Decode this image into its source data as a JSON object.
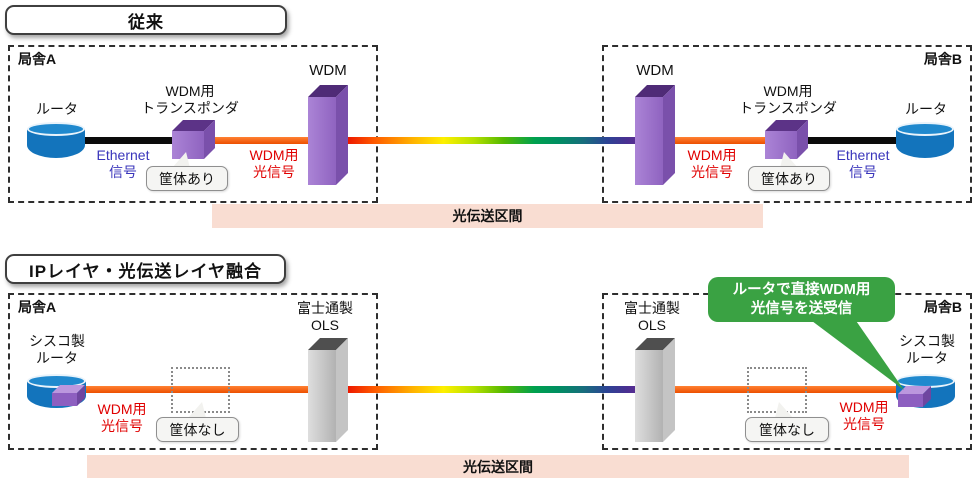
{
  "colors": {
    "ethernet_text": "#3a35bb",
    "optical_text": "#e00000",
    "bubble_green": "#3aa243",
    "band_pink": "#f9ddd2",
    "router_blue": "#1374bc",
    "router_blue_top": "#2089ce",
    "line_orange": "#ec4f00"
  },
  "top": {
    "title": "従来",
    "station_a": "局舎A",
    "station_b": "局舎B",
    "router": "ルータ",
    "transponder": "WDM用\nトランスポンダ",
    "wdm": "WDM",
    "ethernet": "Ethernet\n信号",
    "optical": "WDM用\n光信号",
    "chassis": "筐体あり",
    "band": "光伝送区間"
  },
  "bottom": {
    "title": "IPレイヤ・光伝送レイヤ融合",
    "station_a": "局舎A",
    "station_b": "局舎B",
    "router": "シスコ製\nルータ",
    "ols": "富士通製\nOLS",
    "optical": "WDM用\n光信号",
    "chassis": "筐体なし",
    "bubble": "ルータで直接WDM用\n光信号を送受信",
    "band": "光伝送区間"
  }
}
